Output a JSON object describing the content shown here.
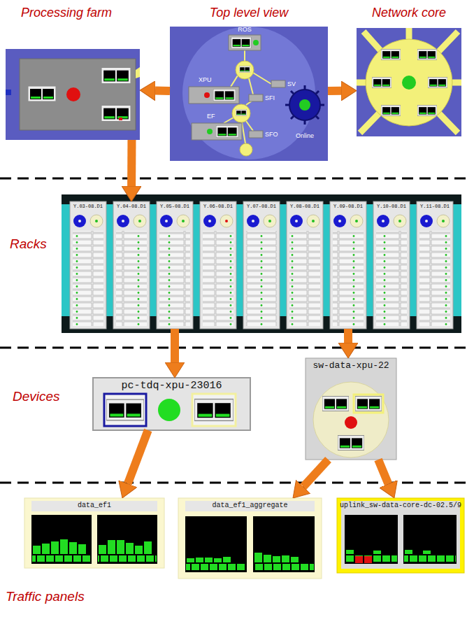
{
  "diagram": {
    "nodes": [
      {
        "text": [
          "Top level view"
        ]
      },
      {
        "text": [
          "ROS"
        ],
        "in": 0
      },
      {
        "text": [
          "XPU"
        ],
        "in": 0
      },
      {
        "text": [
          "EF"
        ],
        "in": 0
      },
      {
        "text": [
          "SV"
        ],
        "in": 0
      },
      {
        "text": [
          "SFI"
        ],
        "in": 0
      },
      {
        "text": [
          "SFO"
        ],
        "in": 0
      },
      {
        "text": [
          "Online"
        ],
        "in": 0
      },
      {
        "text": [
          "Processing farm"
        ]
      },
      {
        "text": [
          "Network core"
        ]
      },
      {
        "text": [
          "Y.03-08.D1"
        ]
      },
      {
        "text": [
          "Y.04-08.D1"
        ]
      },
      {
        "text": [
          "Y.05-08.D1"
        ]
      },
      {
        "text": [
          "Y.06-08.D1"
        ]
      },
      {
        "text": [
          "Y.07-08.D1"
        ]
      },
      {
        "text": [
          "Y.08-08.D1"
        ]
      },
      {
        "text": [
          "Y.09-08.D1"
        ]
      },
      {
        "text": [
          "Y.10-08.D1"
        ]
      },
      {
        "text": [
          "Y.11-08.D1"
        ]
      },
      {
        "text": [
          "pc-tdq-xpu-23016"
        ]
      },
      {
        "text": [
          "sw-data-xpu-22"
        ]
      },
      {
        "text": [
          "data_ef1"
        ]
      },
      {
        "text": [
          "data_ef1_aggregate"
        ]
      },
      {
        "text": [
          "uplink_sw-data-core-dc-02.5/9"
        ]
      }
    ],
    "edges": [
      {
        "from": 0,
        "to": 8,
        "arrow": "to"
      },
      {
        "from": 0,
        "to": 9,
        "arrow": "to"
      },
      {
        "from": 8,
        "to": 11,
        "arrow": "to"
      },
      {
        "from": 12,
        "to": 19,
        "arrow": "to"
      },
      {
        "from": 16,
        "to": 20,
        "arrow": "to"
      },
      {
        "from": 19,
        "to": 21,
        "arrow": "to"
      },
      {
        "from": 20,
        "to": 22,
        "arrow": "to"
      },
      {
        "from": 20,
        "to": 23,
        "arrow": "to"
      }
    ],
    "labels": [
      "Racks",
      "Devices",
      "Traffic panels"
    ]
  }
}
